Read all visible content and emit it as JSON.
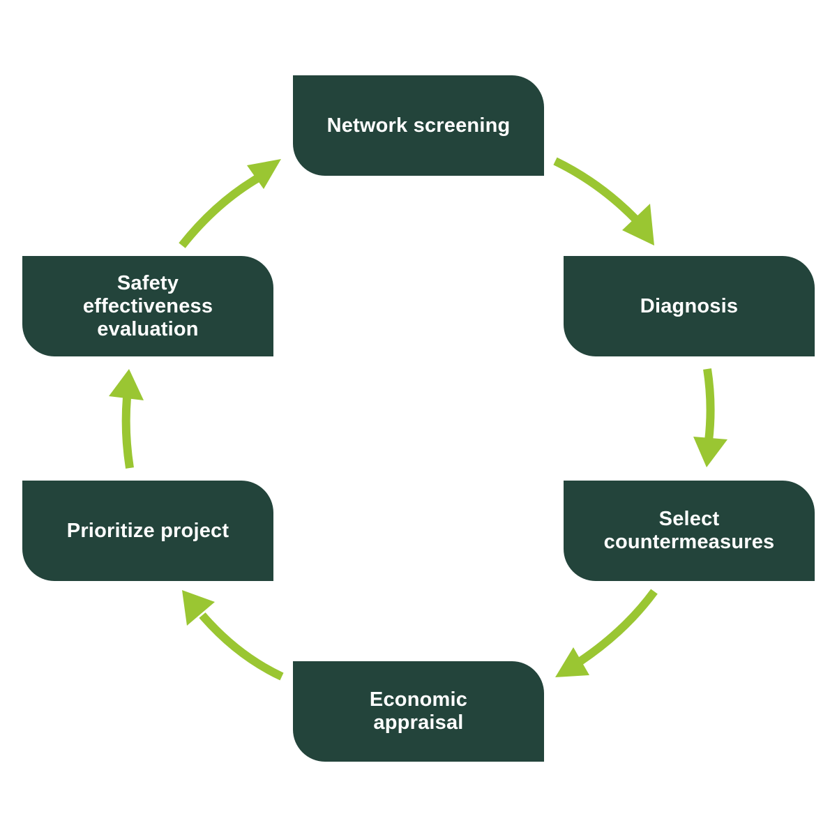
{
  "diagram": {
    "type": "cycle",
    "colors": {
      "box_fill": "#23443b",
      "box_text": "#ffffff",
      "arrow": "#9ac632",
      "background": "#ffffff"
    },
    "steps": [
      {
        "id": "network-screening",
        "label": "Network screening"
      },
      {
        "id": "diagnosis",
        "label": "Diagnosis"
      },
      {
        "id": "select-countermeasures",
        "label": "Select\ncountermeasures"
      },
      {
        "id": "economic-appraisal",
        "label": "Economic\nappraisal"
      },
      {
        "id": "prioritize-project",
        "label": "Prioritize project"
      },
      {
        "id": "safety-effectiveness-evaluation",
        "label": "Safety\neffectiveness\nevaluation"
      }
    ],
    "edges": [
      {
        "from": "network-screening",
        "to": "diagnosis"
      },
      {
        "from": "diagnosis",
        "to": "select-countermeasures"
      },
      {
        "from": "select-countermeasures",
        "to": "economic-appraisal"
      },
      {
        "from": "economic-appraisal",
        "to": "prioritize-project"
      },
      {
        "from": "prioritize-project",
        "to": "safety-effectiveness-evaluation"
      },
      {
        "from": "safety-effectiveness-evaluation",
        "to": "network-screening"
      }
    ]
  }
}
